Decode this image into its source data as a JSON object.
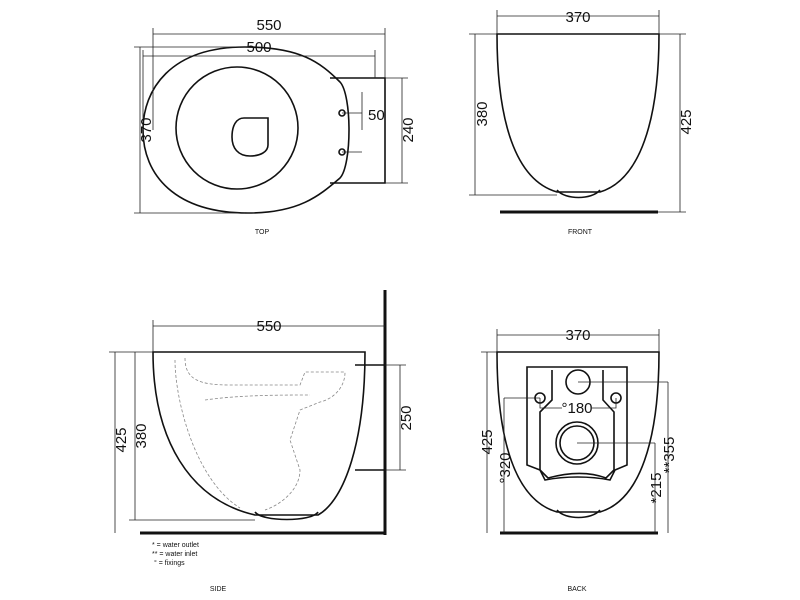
{
  "views": {
    "top": {
      "label": "TOP",
      "dims": {
        "overall_length": "550",
        "bowl_length": "500",
        "width": "370",
        "hole_offset": "50",
        "mount_height": "240"
      }
    },
    "front": {
      "label": "FRONT",
      "dims": {
        "width": "370",
        "bowl_height": "380",
        "overall_height": "425"
      }
    },
    "side": {
      "label": "SIDE",
      "dims": {
        "length": "550",
        "bowl_height": "380",
        "overall_height": "425",
        "mount_height": "250"
      }
    },
    "back": {
      "label": "BACK",
      "dims": {
        "width": "370",
        "overall_height": "425",
        "fixings_spacing": "°180",
        "fixings_height": "°320",
        "outlet_height": "*215",
        "inlet_height": "**355"
      }
    }
  },
  "legend": [
    "* = water outlet",
    "** = water inlet",
    "° = fixings"
  ]
}
